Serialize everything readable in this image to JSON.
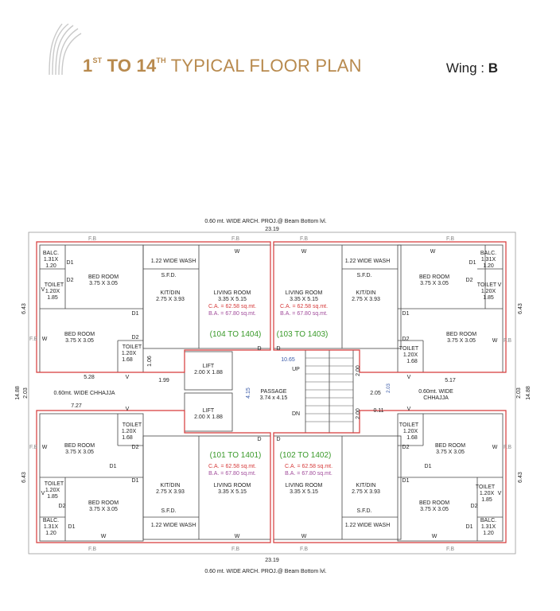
{
  "header": {
    "title_num_start": "1",
    "title_sup_start": "ST",
    "title_to": " TO 14",
    "title_sup_end": "TH",
    "title_rest": " TYPICAL FLOOR PLAN",
    "wing_label": "Wing : ",
    "wing_value": "B"
  },
  "colors": {
    "title": "#b88a4e",
    "outline": "#d63a3a",
    "carpet_area": "#d63a3a",
    "builtup_area": "#a04a9a",
    "flat_numbers": "#3a9a2a",
    "dimension_blue": "#3a5aa8"
  },
  "plan": {
    "arch_proj_note": "0.60 mt. WIDE ARCH. PROJ.@ Beam Bottom lvl.",
    "overall_width": "23.19",
    "overall_height": "14.88",
    "half_height": "6.43",
    "mid_dim": "2.03",
    "fb": "F.B",
    "wash": "1.22 WIDE WASH",
    "sfd": "S.F.D.",
    "balc": "BALC.",
    "balc_size_a": "1.31X",
    "balc_size_b": "1.20",
    "toilet": "TOILET",
    "toilet_size_a": "1.20X",
    "toilet_size_b": "1.85",
    "toilet_size_c": "1.68",
    "bedroom": "BED ROOM",
    "bedroom_size": "3.75 X 3.05",
    "kitdin": "KIT/DIN",
    "kitdin_size": "2.75 X 3.93",
    "living": "LIVING ROOM",
    "living_size": "3.35 X 5.15",
    "carpet_area": "C.A. = 62.58 sq.mt.",
    "builtup_area": "B.A. = 67.80 sq.mt.",
    "flats_top_left": "(104 TO 1404)",
    "flats_top_right": "(103 TO 1403)",
    "flats_bottom_left": "(101 TO 1401)",
    "flats_bottom_right": "(102 TO 1402)",
    "lift": "LIFT",
    "lift_size": "2.00 X 1.88",
    "passage": "PASSAGE",
    "passage_size": "3.74 x 4.15",
    "passage_width": "10.65",
    "passage_height": "4.15",
    "up": "UP",
    "dn": "DN",
    "chhajja_left": "0.60mt. WIDE CHHAJJA",
    "chhajja_right_a": "0.60mt. WIDE",
    "chhajja_right_b": "CHHAJJA",
    "dim_528": "5.28",
    "dim_199": "1.99",
    "dim_106": "1.06",
    "dim_727": "7.27",
    "dim_517": "5.17",
    "dim_200": "2.00",
    "dim_205": "2.05",
    "dim_011": "0.11",
    "d": "D",
    "d1": "D1",
    "d2": "D2",
    "w": "W",
    "v": "V"
  }
}
